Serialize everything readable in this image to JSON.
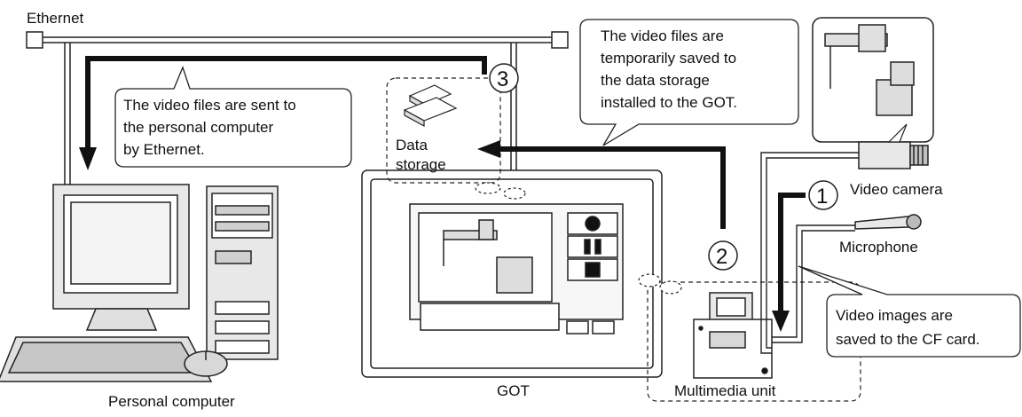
{
  "labels": {
    "ethernet": "Ethernet",
    "personal_computer": "Personal computer",
    "got": "GOT",
    "multimedia_unit": "Multimedia unit",
    "video_camera": "Video camera",
    "microphone": "Microphone",
    "data_storage_line1": "Data",
    "data_storage_line2": "storage"
  },
  "callouts": {
    "ethernet_send": [
      "The video files are sent to",
      "the personal computer",
      "by Ethernet."
    ],
    "temp_saved": [
      "The video files are",
      "temporarily saved to",
      "the data storage",
      "installed to the GOT."
    ],
    "cf_card": [
      "Video images are",
      "saved to the CF card."
    ]
  },
  "steps": [
    "1",
    "2",
    "3"
  ]
}
